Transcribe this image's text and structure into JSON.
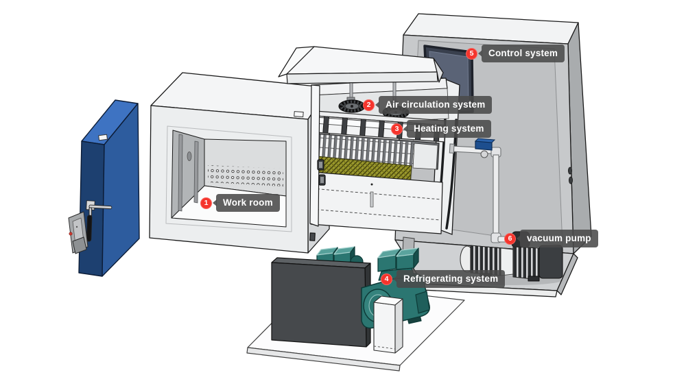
{
  "figure": {
    "type": "exploded-view-diagram",
    "labels": [
      {
        "number": "1",
        "text": "Work room"
      },
      {
        "number": "2",
        "text": "Air circulation system"
      },
      {
        "number": "3",
        "text": "Heating system"
      },
      {
        "number": "4",
        "text": "Refrigerating system"
      },
      {
        "number": "5",
        "text": "Control system"
      },
      {
        "number": "6",
        "text": "vacuum pump"
      }
    ],
    "colors": {
      "badge_red": "#f5342c",
      "label_background": "rgba(74,74,74,0.88)",
      "label_text": "#ffffff",
      "door_blue": "#2d5c9e",
      "door_blue_top": "#3e73c2",
      "compressor_teal": "#2b7671",
      "mesh_olive": "#99972e",
      "valve_blue": "#1d4e8e",
      "cabinet_gray": "#c7c9cb",
      "condenser_dark_gray": "#46494c",
      "canvas": "#ffffff"
    }
  }
}
